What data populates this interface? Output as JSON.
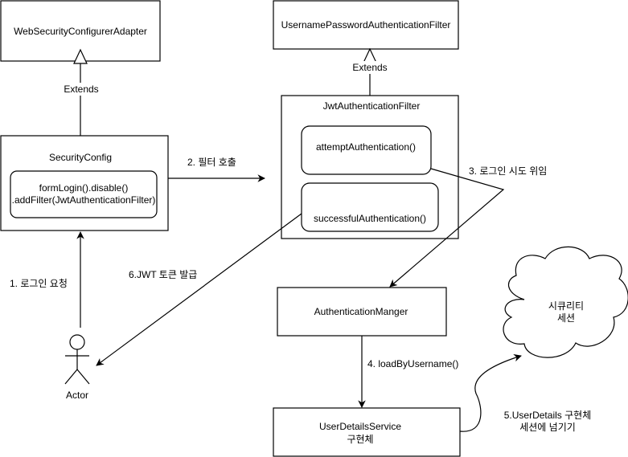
{
  "nodes": {
    "web_security_configurer_adapter": "WebSecurityConfigurerAdapter",
    "username_password_authentication_filter": "UsernamePasswordAuthenticationFilter",
    "security_config": "SecurityConfig",
    "security_config_inner_line1": "formLogin().disable()",
    "security_config_inner_line2": ".addFilter(JwtAuthenticationFilter)",
    "jwt_authentication_filter": "JwtAuthenticationFilter",
    "attempt_authentication": "attemptAuthentication()",
    "successful_authentication": "successfulAuthentication()",
    "authentication_manager": "AuthenticationManger",
    "user_details_service_line1": "UserDetailsService",
    "user_details_service_line2": "구현체",
    "security_session_line1": "시큐리티",
    "security_session_line2": "세션",
    "actor": "Actor"
  },
  "edges": {
    "extends_left": "Extends",
    "extends_right": "Extends",
    "step1": "1. 로그인 요청",
    "step2": "2. 필터 호출",
    "step3": "3. 로그인 시도 위임",
    "step4": "4. loadByUsername()",
    "step5_line1": "5.UserDetails 구현체",
    "step5_line2": "세션에 넘기기",
    "step6": "6.JWT 토큰 발급"
  }
}
